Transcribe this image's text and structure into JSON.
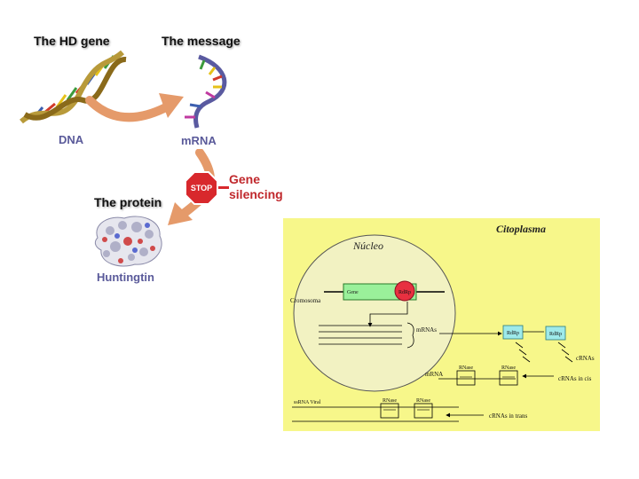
{
  "left": {
    "hd_gene": "The HD gene",
    "message": "The message",
    "dna": "DNA",
    "mrna": "mRNA",
    "stop": "STOP",
    "gene_silencing_line1": "Gene",
    "gene_silencing_line2": "silencing",
    "protein": "The protein",
    "huntingtin": "Huntingtin"
  },
  "right": {
    "citoplasma": "Citoplasma",
    "nucleo": "Núcleo",
    "gene": "Gene",
    "rdrp_nucleus": "RdRp",
    "cromosoma": "Cromosoma",
    "mrnas": "mRNAs",
    "rdrp_1": "RdRp",
    "rdrp_2": "RdRp",
    "crnas": "cRNAs",
    "mrna": "mRNA",
    "rnase_1": "RNase",
    "rnase_2": "RNase",
    "crnas_cis": "cRNAs in cis",
    "ssrna_viral": "ssRNA Viral",
    "rnase_3": "RNase",
    "rnase_4": "RNase",
    "crnas_trans": "cRNAs in trans"
  },
  "colors": {
    "cyto_bg": "#f7f78a",
    "nucleus_bg": "#f2f2c2",
    "gene_green": "#9af09a",
    "rdrp_red": "#e83040",
    "rdrp_cyan": "#9eeaea",
    "stop_red": "#d8282c",
    "arrow_orange": "#e59a6a"
  }
}
